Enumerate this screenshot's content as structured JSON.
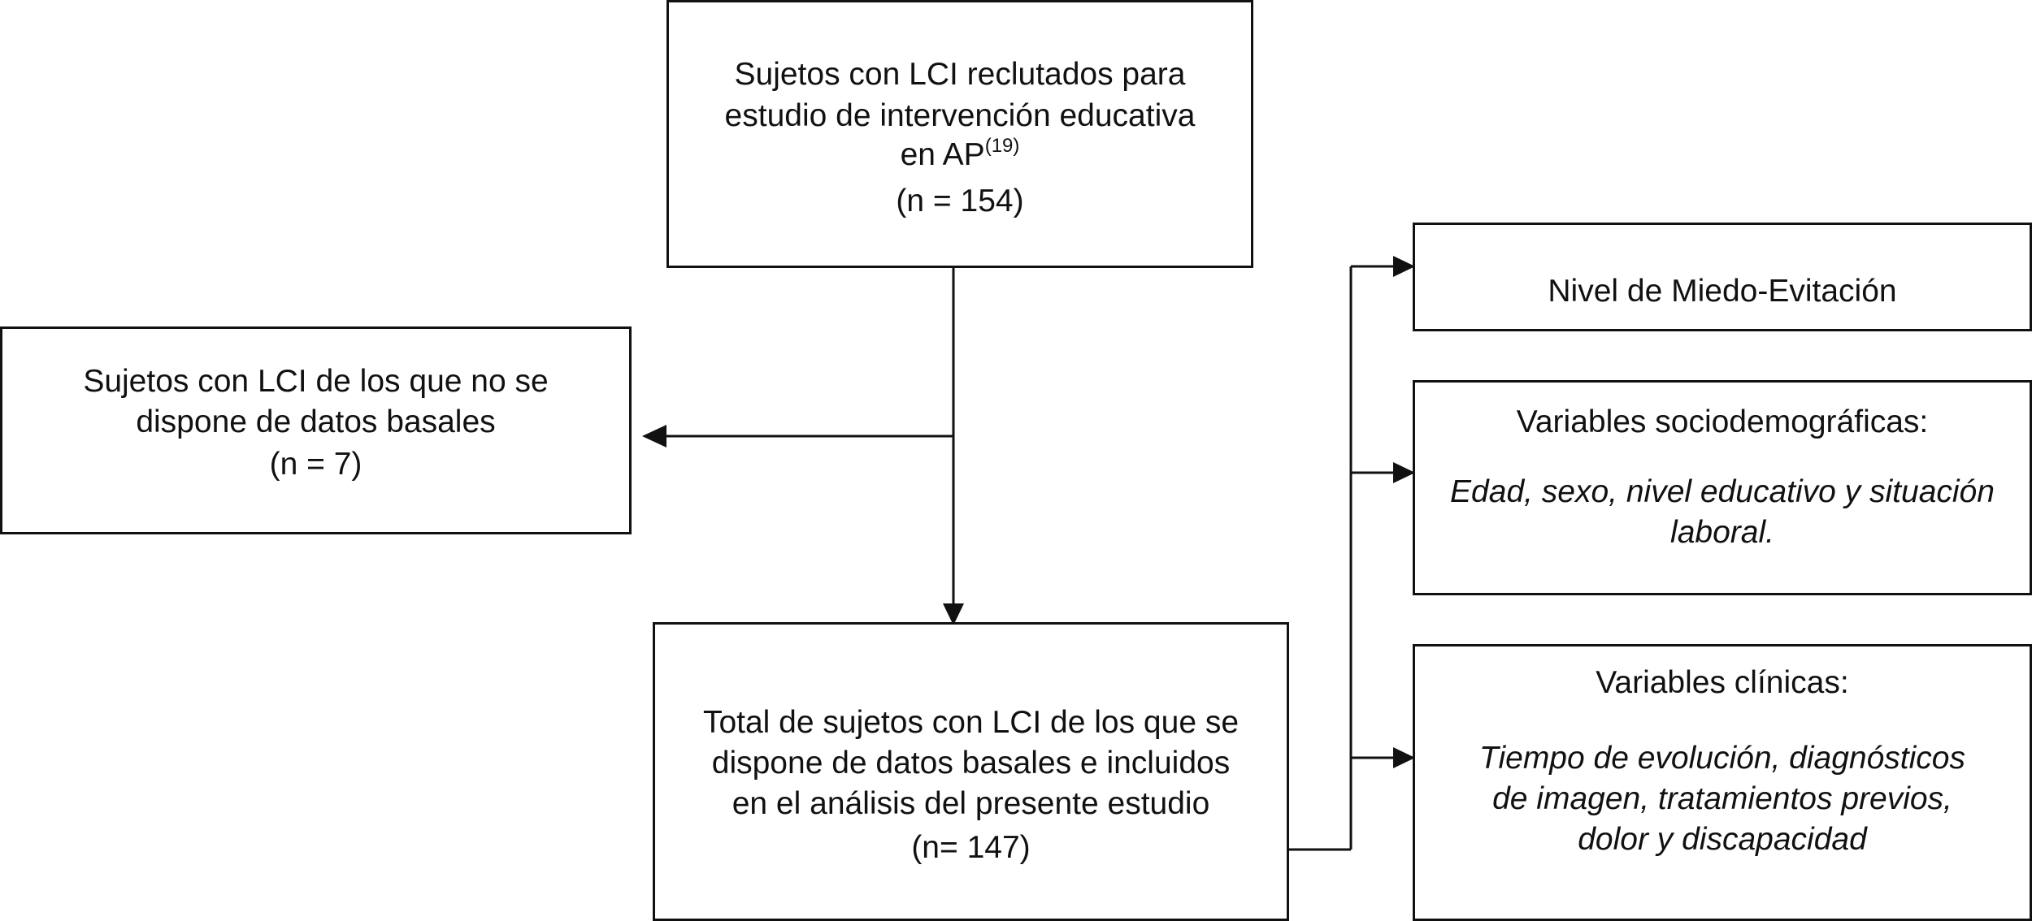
{
  "boxes": {
    "recruited": {
      "line1": "Sujetos con LCI reclutados para",
      "line2": "estudio de intervención educativa",
      "line3": "en AP",
      "line3_sup": "(19)",
      "line4": "(n = 154)"
    },
    "excluded": {
      "line1": "Sujetos con LCI de los que no se",
      "line2": "dispone de datos basales",
      "line3": "(n = 7)"
    },
    "included": {
      "line1": "Total de sujetos con LCI de los que se",
      "line2": "dispone de datos basales e incluidos",
      "line3": "en el análisis del presente estudio",
      "line4": "(n= 147)"
    },
    "fear_avoidance": {
      "line1": "Nivel de Miedo-Evitación"
    },
    "sociodemographic": {
      "title": "Variables sociodemográficas:",
      "line1": "Edad, sexo, nivel educativo y situación",
      "line2": "laboral."
    },
    "clinical": {
      "title": "Variables clínicas:",
      "line1": "Tiempo de evolución, diagnósticos",
      "line2": "de imagen, tratamientos previos,",
      "line3": "dolor y discapacidad"
    }
  }
}
